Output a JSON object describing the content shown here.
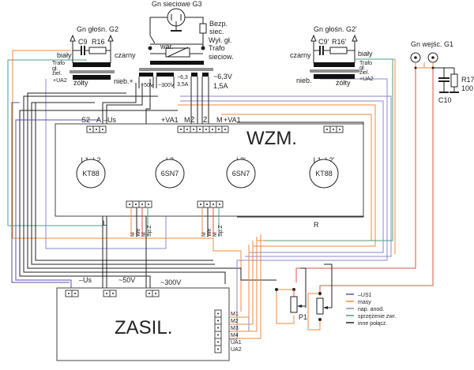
{
  "colors": {
    "us1": "#5a4fb0",
    "masy": "#f08a3c",
    "nap_anod": "#8a8ad0",
    "sprzezenie": "#4f9f80",
    "inne": "#222222",
    "red": "#e05040",
    "box": "#444444"
  },
  "speaker_left": {
    "title": "Gn głośn. G2",
    "cap": "C9",
    "res": "R16",
    "wire_white": "biały",
    "wire_black": "czarny",
    "trafo": [
      "Trafo",
      "gł.",
      "ziel."
    ],
    "ua2": "+UA2",
    "yellow": "żółty",
    "blue": "nieb.+"
  },
  "speaker_right": {
    "title": "Gn głośn. G2'",
    "cap": "C9'",
    "res": "R16'",
    "wire_white": "biały",
    "wire_black": "czarny",
    "trafo": [
      "Trafo",
      "gł.",
      "ziel."
    ],
    "ua2": "+UA2",
    "yellow": "żółty",
    "blue": "nieb."
  },
  "mains": {
    "title": "Gn sieciowe G3",
    "fuse": [
      "Bezp.",
      "siec."
    ],
    "switch": [
      "Wył. gł.",
      "Trafo",
      "sieciow."
    ],
    "varistor": "war.",
    "tap_50": "~50V",
    "tap_300": "~300V",
    "tap_63a": [
      "~6,3",
      "3,5A"
    ],
    "tap_63b": [
      "~6,3V",
      "1,5A"
    ]
  },
  "input": {
    "title": "Gn wejśc. G1",
    "res": [
      "R17",
      "100"
    ],
    "cap": "C10"
  },
  "amp": {
    "title": "WZM.",
    "top_left_labels": [
      "S2",
      "A",
      "–Us"
    ],
    "top_mid_labels": [
      "+VA1",
      "M",
      "Ż",
      "Ż",
      "M",
      "+VA1"
    ],
    "tubes": [
      {
        "label": "L1, L2",
        "type": "KT88"
      },
      {
        "label": "L3",
        "type": "6SN7"
      },
      {
        "label": "L3'",
        "type": "6SN7"
      },
      {
        "label": "L1, L2'",
        "type": "KT88"
      }
    ],
    "bottom_labels": [
      "M",
      "We",
      "M",
      "Sp.Z"
    ],
    "channel_left": "L",
    "channel_right": "R"
  },
  "psu": {
    "title": "ZASIL.",
    "in_labels": [
      "–Us",
      "~50V",
      "~300V"
    ],
    "outputs": [
      "M1",
      "M2",
      "M3",
      "M4",
      "UA1",
      "UA2"
    ]
  },
  "pot": {
    "label": "P1"
  },
  "legend": [
    {
      "label": "–US1",
      "color": "#5a4fb0"
    },
    {
      "label": "masy",
      "color": "#f08a3c"
    },
    {
      "label": "nap. anod.",
      "color": "#8a8ad0"
    },
    {
      "label": "sprzężenie zwr.",
      "color": "#4f9f80"
    },
    {
      "label": "inne połącz.",
      "color": "#222222"
    }
  ]
}
